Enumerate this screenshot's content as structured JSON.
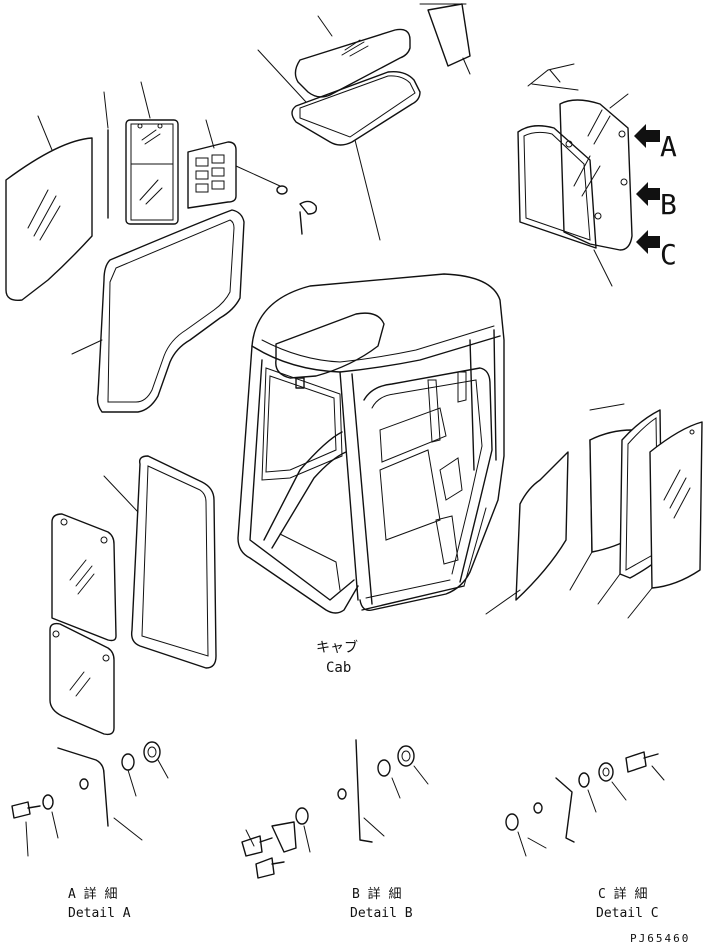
{
  "cab_label_jp": "キャブ",
  "cab_label_en": "Cab",
  "arrow_labels": [
    "A",
    "B",
    "C"
  ],
  "details": [
    {
      "jp": "A 詳 細",
      "en": "Detail A"
    },
    {
      "jp": "B 詳 細",
      "en": "Detail B"
    },
    {
      "jp": "C 詳 細",
      "en": "Detail C"
    }
  ],
  "drawing_number": "PJ65460"
}
